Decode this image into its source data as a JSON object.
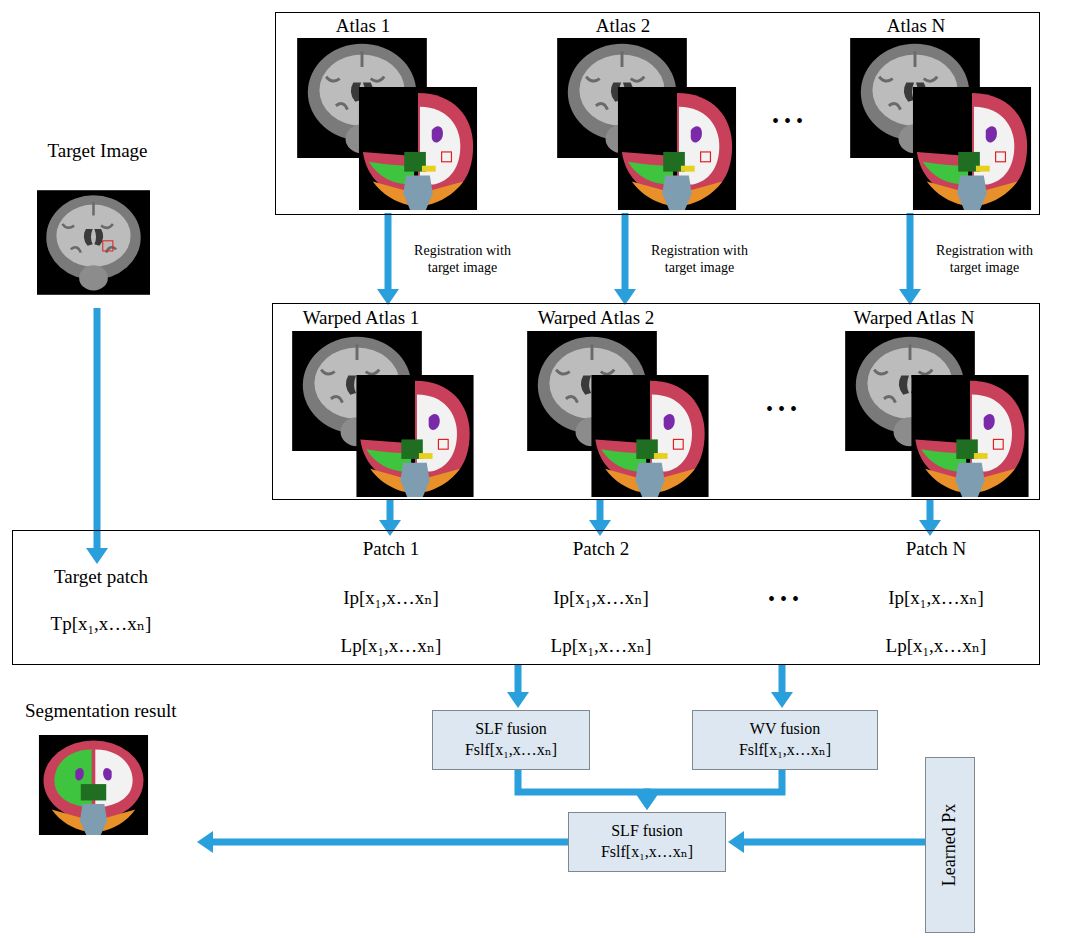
{
  "diagram": {
    "nodes": [
      {
        "text": [
          "Target Image"
        ]
      },
      {
        "text": []
      },
      {
        "text": [
          "Atlas 1"
        ],
        "in": 1
      },
      {
        "text": [
          "Atlas 2"
        ],
        "in": 1
      },
      {
        "text": [
          "Atlas N"
        ],
        "in": 1
      },
      {
        "text": []
      },
      {
        "text": [
          "Warped Atlas 1"
        ],
        "in": 5
      },
      {
        "text": [
          "Warped Atlas 2"
        ],
        "in": 5
      },
      {
        "text": [
          "Warped Atlas N"
        ],
        "in": 5
      },
      {
        "text": []
      },
      {
        "text": [
          "Target patch",
          "Tp[x₁,x…xₙ]"
        ],
        "in": 9
      },
      {
        "text": [
          "Patch 1",
          "Ip[x₁,x…xₙ]",
          "Lp[x₁,x…xₙ]"
        ],
        "in": 9
      },
      {
        "text": [
          "Patch 2",
          "Ip[x₁,x…xₙ]",
          "Lp[x₁,x…xₙ]"
        ],
        "in": 9
      },
      {
        "text": [
          "Patch N",
          "Ip[x₁,x…xₙ]",
          "Lp[x₁,x…xₙ]"
        ],
        "in": 9
      },
      {
        "text": [
          "SLF fusion",
          "Fslf[x₁,x…xₙ]"
        ]
      },
      {
        "text": [
          "WV fusion",
          "Fslf[x₁,x…xₙ]"
        ]
      },
      {
        "text": [
          "SLF fusion",
          "Fslf[x₁,x…xₙ]"
        ]
      },
      {
        "text": [
          "Learned Px"
        ]
      },
      {
        "text": [
          "Segmentation result"
        ]
      }
    ],
    "edges": [
      {
        "from": 2,
        "to": 6,
        "label": "Registration with target image",
        "arrow": "to"
      },
      {
        "from": 3,
        "to": 7,
        "label": "Registration with target image",
        "arrow": "to"
      },
      {
        "from": 4,
        "to": 8,
        "label": "Registration with target image",
        "arrow": "to"
      },
      {
        "from": 0,
        "to": 10,
        "arrow": "to"
      },
      {
        "from": 6,
        "to": 11,
        "arrow": "to"
      },
      {
        "from": 7,
        "to": 12,
        "arrow": "to"
      },
      {
        "from": 8,
        "to": 13,
        "arrow": "to"
      },
      {
        "from": 9,
        "to": 14,
        "arrow": "to"
      },
      {
        "from": 9,
        "to": 15,
        "arrow": "to"
      },
      {
        "from": 14,
        "to": 16,
        "arrow": "to"
      },
      {
        "from": 15,
        "to": 16,
        "arrow": "to"
      },
      {
        "from": 17,
        "to": 16,
        "arrow": "to"
      },
      {
        "from": 16,
        "to": 18,
        "arrow": "to"
      }
    ],
    "labels": [
      "• • •",
      "• • •",
      "• • •"
    ]
  }
}
